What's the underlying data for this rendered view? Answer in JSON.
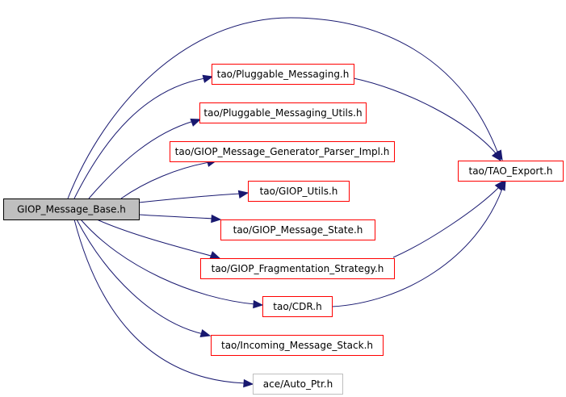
{
  "diagram": {
    "type": "include-dependency-graph",
    "colors": {
      "edge": "#191970",
      "root_fill": "#bfbfbf",
      "root_border": "#000000",
      "documented_border": "#ff0000",
      "undocumented_border": "#bfbfbf",
      "node_fill": "#ffffff"
    },
    "root": {
      "id": "root",
      "label": "GIOP_Message_Base.h"
    },
    "nodes": [
      {
        "id": "pm",
        "label": "tao/Pluggable_Messaging.h",
        "documented": true
      },
      {
        "id": "pmu",
        "label": "tao/Pluggable_Messaging_Utils.h",
        "documented": true
      },
      {
        "id": "gmgpi",
        "label": "tao/GIOP_Message_Generator_Parser_Impl.h",
        "documented": true
      },
      {
        "id": "gu",
        "label": "tao/GIOP_Utils.h",
        "documented": true
      },
      {
        "id": "gms",
        "label": "tao/GIOP_Message_State.h",
        "documented": true
      },
      {
        "id": "gfs",
        "label": "tao/GIOP_Fragmentation_Strategy.h",
        "documented": true
      },
      {
        "id": "cdr",
        "label": "tao/CDR.h",
        "documented": true
      },
      {
        "id": "ims",
        "label": "tao/Incoming_Message_Stack.h",
        "documented": true
      },
      {
        "id": "ap",
        "label": "ace/Auto_Ptr.h",
        "documented": false
      },
      {
        "id": "te",
        "label": "tao/TAO_Export.h",
        "documented": true
      }
    ],
    "edges": [
      {
        "from": "root",
        "to": "te"
      },
      {
        "from": "root",
        "to": "pm"
      },
      {
        "from": "root",
        "to": "pmu"
      },
      {
        "from": "root",
        "to": "gmgpi"
      },
      {
        "from": "root",
        "to": "gu"
      },
      {
        "from": "root",
        "to": "gms"
      },
      {
        "from": "root",
        "to": "gfs"
      },
      {
        "from": "root",
        "to": "cdr"
      },
      {
        "from": "root",
        "to": "ims"
      },
      {
        "from": "root",
        "to": "ap"
      },
      {
        "from": "pm",
        "to": "te"
      },
      {
        "from": "gfs",
        "to": "te"
      },
      {
        "from": "cdr",
        "to": "te"
      }
    ]
  }
}
